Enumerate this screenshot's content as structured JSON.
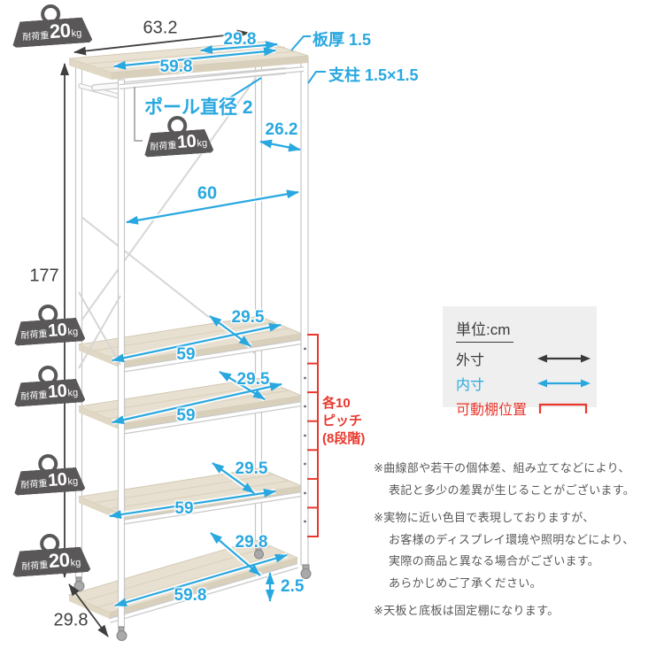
{
  "colors": {
    "dimension_blue": "#29a8e0",
    "dimension_black": "#3f3f3f",
    "movable_red": "#e8382d",
    "badge_gray": "#595757"
  },
  "dims": {
    "top_outer_width": "63.2",
    "top_depth": "29.8",
    "top_inner_width": "59.8",
    "board_thickness": "板厚 1.5",
    "post": "支柱 1.5×1.5",
    "pole_diameter": "ポール直径 2",
    "upper_right_depth": "26.2",
    "inner_width": "60",
    "total_height": "177",
    "bottom_inner_depth": "29.8",
    "bottom_inner_width": "59.8",
    "bottom_clearance": "2.5",
    "base_depth": "29.8"
  },
  "shelves": [
    {
      "depth": "29.5",
      "width": "59"
    },
    {
      "depth": "29.5",
      "width": "59"
    },
    {
      "depth": "29.5",
      "width": "59"
    }
  ],
  "pitch": {
    "lines": [
      "各10",
      "ピッチ",
      "(8段階)"
    ]
  },
  "badges": [
    {
      "prefix": "耐荷重",
      "value": "20",
      "unit": "kg"
    },
    {
      "prefix": "耐荷重",
      "value": "10",
      "unit": "kg"
    },
    {
      "prefix": "耐荷重",
      "value": "10",
      "unit": "kg"
    },
    {
      "prefix": "耐荷重",
      "value": "10",
      "unit": "kg"
    },
    {
      "prefix": "耐荷重",
      "value": "10",
      "unit": "kg"
    },
    {
      "prefix": "耐荷重",
      "value": "20",
      "unit": "kg"
    }
  ],
  "legend": {
    "title": "単位:cm",
    "outer_label": "外寸",
    "inner_label": "内寸",
    "movable_label": "可動棚位置"
  },
  "notes": [
    {
      "lines": [
        "※曲線部や若干の個体差、組み立てなどにより、",
        "表記と多少の差異が生じることがございます。"
      ]
    },
    {
      "lines": [
        "※実物に近い色目で表現しておりますが、",
        "お客様のディスプレイ環境や照明などにより、",
        "実際の商品と異なる場合がございます。",
        "あらかじめご了承ください。"
      ]
    },
    {
      "lines": [
        "※天板と底板は固定棚になります。"
      ]
    }
  ]
}
